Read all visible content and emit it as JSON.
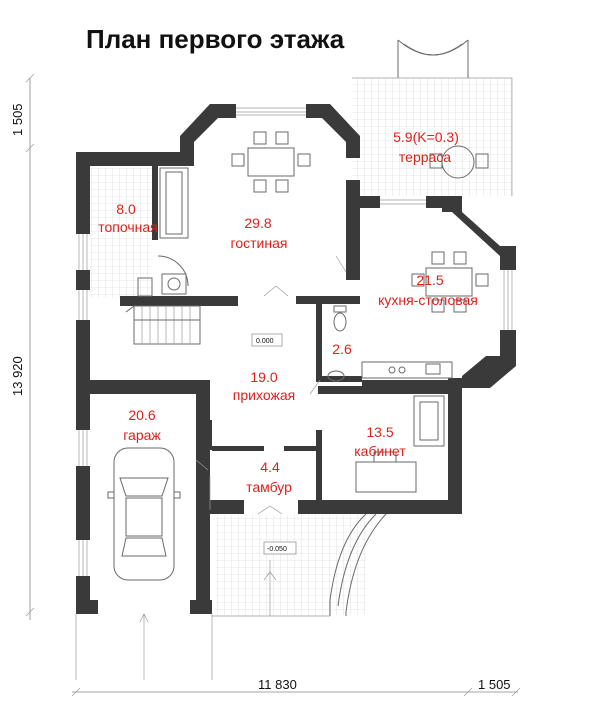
{
  "title": "План первого этажа",
  "rooms": [
    {
      "id": "boiler",
      "area": "8.0",
      "name": "топочная"
    },
    {
      "id": "living",
      "area": "29.8",
      "name": "гостиная"
    },
    {
      "id": "terrace",
      "area": "5.9(K=0.3)",
      "name": "терраса"
    },
    {
      "id": "kitchen",
      "area": "21.5",
      "name": "кухня-столовая"
    },
    {
      "id": "wc",
      "area": "2.6",
      "name": ""
    },
    {
      "id": "hall",
      "area": "19.0",
      "name": "прихожая"
    },
    {
      "id": "garage",
      "area": "20.6",
      "name": "гараж"
    },
    {
      "id": "study",
      "area": "13.5",
      "name": "кабинет"
    },
    {
      "id": "vestibule",
      "area": "4.4",
      "name": "тамбур"
    }
  ],
  "level_marks": {
    "hall": "0.000",
    "porch": "-0.050"
  },
  "dimensions": {
    "left_top": "1 505",
    "left_main": "13 920",
    "bottom_main": "11 830",
    "bottom_right": "1 505"
  }
}
